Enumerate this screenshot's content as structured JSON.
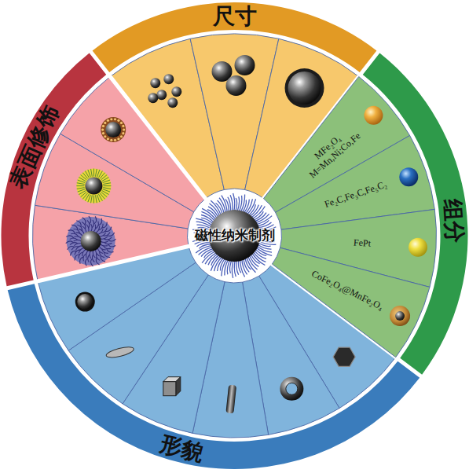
{
  "diagram": {
    "nodes": [
      {
        "text": [
          "磁性纳米制剂"
        ]
      },
      {
        "text": [
          "尺寸"
        ]
      },
      {
        "text": [
          "组分"
        ]
      },
      {
        "text": [
          "MFe₂O₄ M=Mn,Ni;Co,Fe"
        ]
      },
      {
        "text": [
          "Fe₂C,Fe₃C,Fe₅C₂"
        ]
      },
      {
        "text": [
          "FePt"
        ]
      },
      {
        "text": [
          "CoFe₂O₄@MnFe₂O₄"
        ]
      },
      {
        "text": [
          "形貌"
        ]
      },
      {
        "text": [
          "表面修饰"
        ]
      }
    ]
  }
}
